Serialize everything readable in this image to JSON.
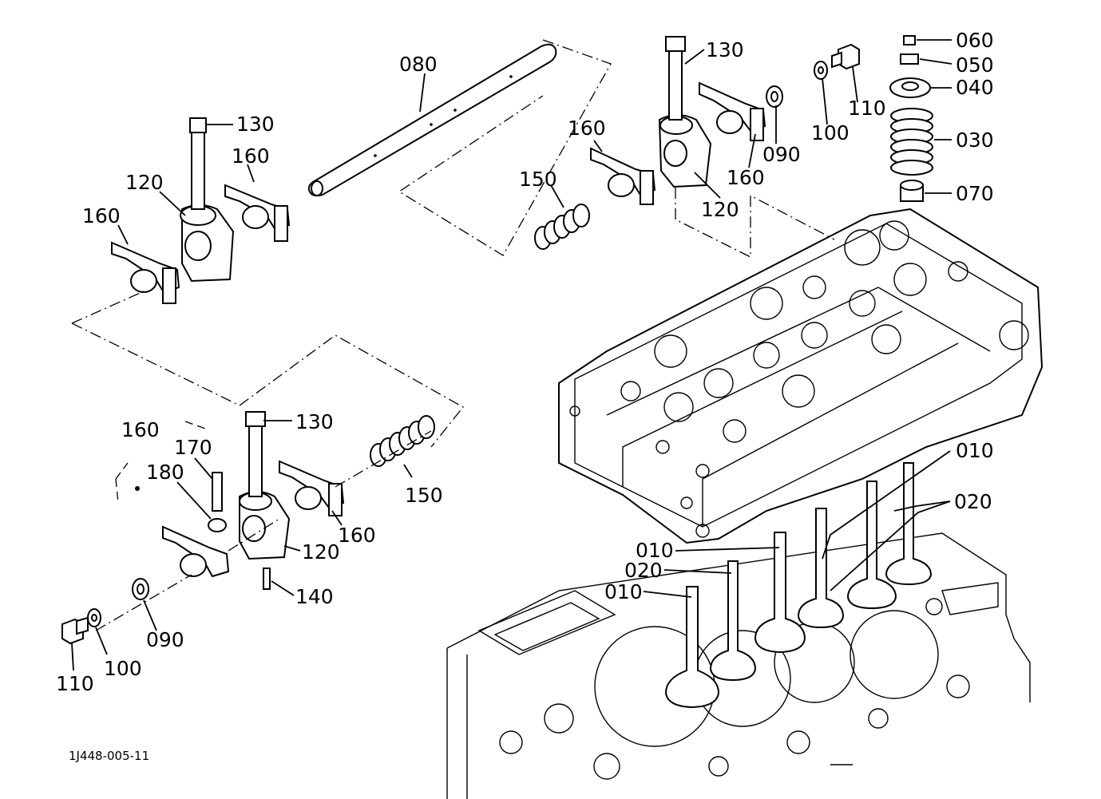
{
  "callouts": {
    "c_060": "060",
    "c_050": "050",
    "c_040": "040",
    "c_030": "030",
    "c_070": "070",
    "c_130_top": "130",
    "c_110_top": "110",
    "c_100_top": "100",
    "c_090_top": "090",
    "c_160_top_right": "160",
    "c_120_top_right": "120",
    "c_160_top_mid": "160",
    "c_150_top": "150",
    "c_080": "080",
    "c_130_left": "130",
    "c_160_left_a": "160",
    "c_120_left": "120",
    "c_160_left_b": "160",
    "c_130_bottom": "130",
    "c_160_bottom_left": "160",
    "c_170": "170",
    "c_180": "180",
    "c_150_bottom": "150",
    "c_160_bottom_right": "160",
    "c_120_bottom": "120",
    "c_140": "140",
    "c_090_bottom": "090",
    "c_100_bottom": "100",
    "c_110_bottom": "110",
    "c_010_a": "010",
    "c_020_a": "020",
    "c_010_b": "010",
    "c_020_b": "020",
    "c_010_c": "010"
  },
  "drawing_code": "1J448-005-11"
}
